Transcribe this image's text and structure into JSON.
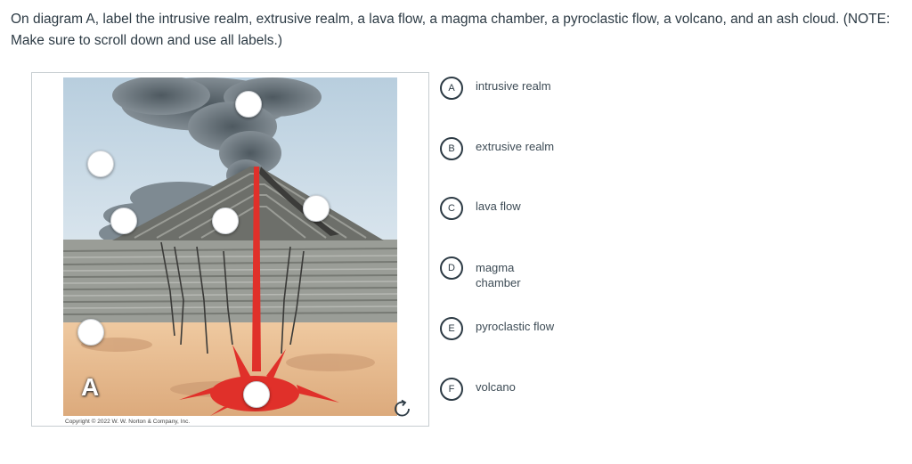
{
  "question": {
    "text": "On diagram A, label the intrusive realm, extrusive realm, a lava flow, a magma chamber, a pyroclastic flow, a volcano, and an ash cloud. (NOTE: Make sure to scroll down and use all labels.)"
  },
  "diagram": {
    "letter": "A",
    "copyright": "Copyright © 2022 W. W. Norton & Company, Inc.",
    "reset_icon": "rotate-cw-icon"
  },
  "labels": [
    {
      "letter": "A",
      "text": "intrusive realm"
    },
    {
      "letter": "B",
      "text": "extrusive realm"
    },
    {
      "letter": "C",
      "text": "lava flow"
    },
    {
      "letter": "D",
      "text": "magma chamber"
    },
    {
      "letter": "E",
      "text": "pyroclastic flow"
    },
    {
      "letter": "F",
      "text": "volcano"
    }
  ],
  "colors": {
    "sky": "#c9d9e6",
    "ash": "#5f6a72",
    "lava": "#e0302a",
    "rock_tan": "#e3b68a",
    "strata": "#8a8c86"
  }
}
